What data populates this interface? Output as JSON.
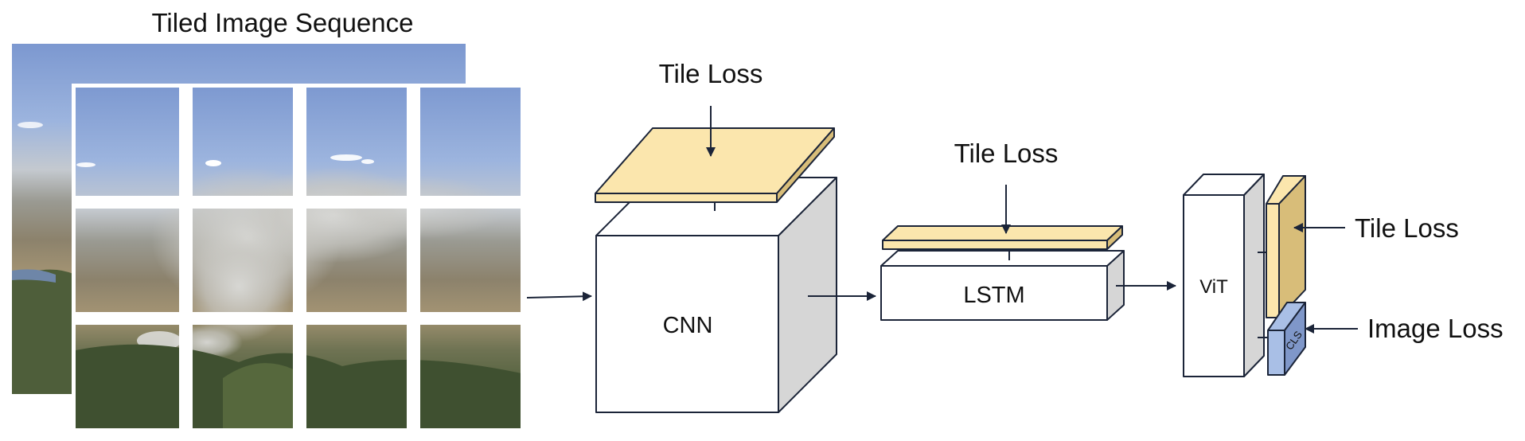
{
  "title": "Tiled Image Sequence",
  "blocks": {
    "cnn": "CNN",
    "lstm": "LSTM",
    "vit": "ViT",
    "cls": "CLS"
  },
  "losses": {
    "cnn_tile_loss": "Tile Loss",
    "lstm_tile_loss": "Tile Loss",
    "vit_tile_loss": "Tile Loss",
    "vit_image_loss": "Image Loss"
  },
  "colors": {
    "loss_layer_top": "#fbe6ad",
    "loss_layer_side": "#d8bd79",
    "cls_front": "#a9bfe6",
    "cls_side": "#7f97c9",
    "box_side": "#d6d6d6",
    "stroke": "#1b2438"
  },
  "icons": {
    "image_tiles": "wildfire-smoke-landscape-photo"
  }
}
